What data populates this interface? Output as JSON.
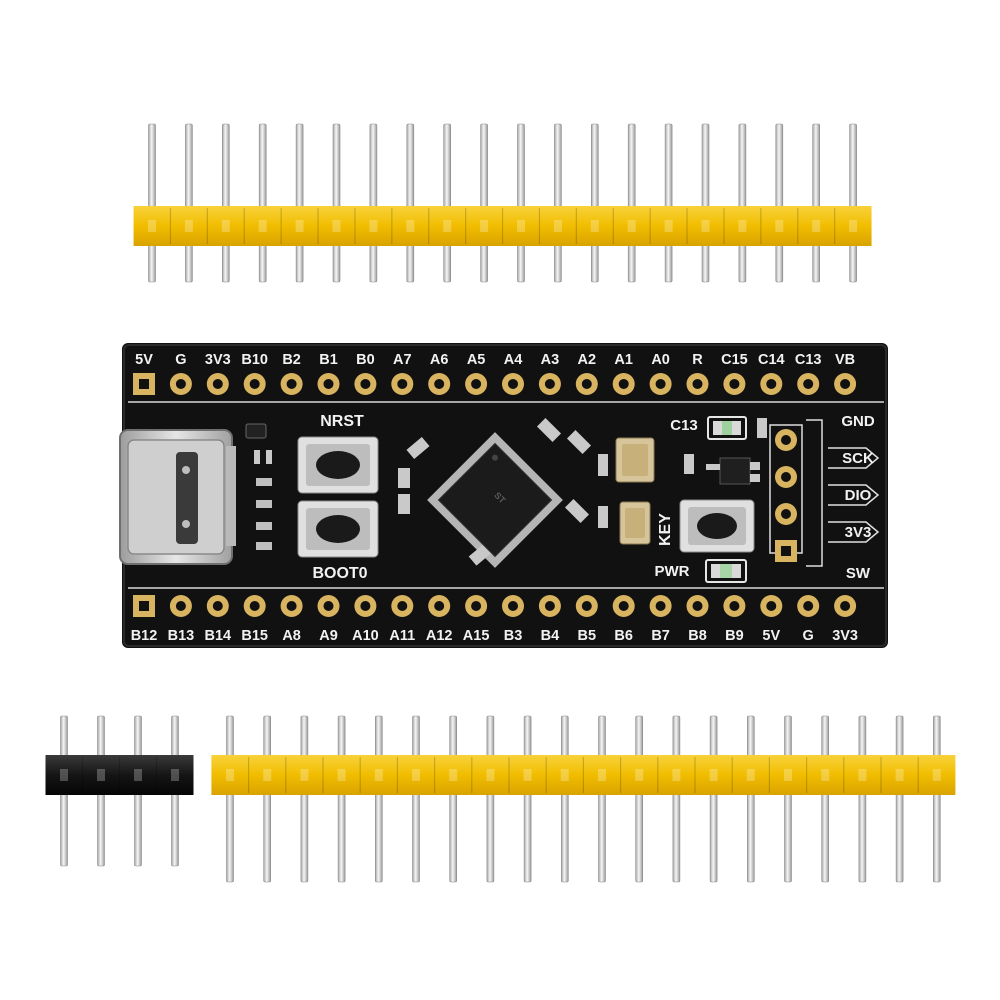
{
  "board": {
    "top_pins": [
      "5V",
      "G",
      "3V3",
      "B10",
      "B2",
      "B1",
      "B0",
      "A7",
      "A6",
      "A5",
      "A4",
      "A3",
      "A2",
      "A1",
      "A0",
      "R",
      "C15",
      "C14",
      "C13",
      "VB"
    ],
    "bottom_pins": [
      "B12",
      "B13",
      "B14",
      "B15",
      "A8",
      "A9",
      "A10",
      "A11",
      "A12",
      "A15",
      "B3",
      "B4",
      "B5",
      "B6",
      "B7",
      "B8",
      "B9",
      "5V",
      "G",
      "3V3"
    ],
    "swd_pins": [
      "GND",
      "SCK",
      "DIO",
      "3V3",
      "SW"
    ],
    "button_labels": {
      "reset": "NRST",
      "boot": "BOOT0",
      "user": "KEY"
    },
    "led_labels": {
      "user": "C13",
      "power": "PWR"
    }
  },
  "header_strips": {
    "top_yellow_pin_count": 20,
    "bottom_yellow_pin_count": 20,
    "black_pin_count": 4
  },
  "colors": {
    "pcb": "#111111",
    "pad": "#d8b460",
    "header_plastic": "#f4c20d",
    "black_header": "#1a1a1a",
    "silkscreen": "#f2f2f2"
  }
}
